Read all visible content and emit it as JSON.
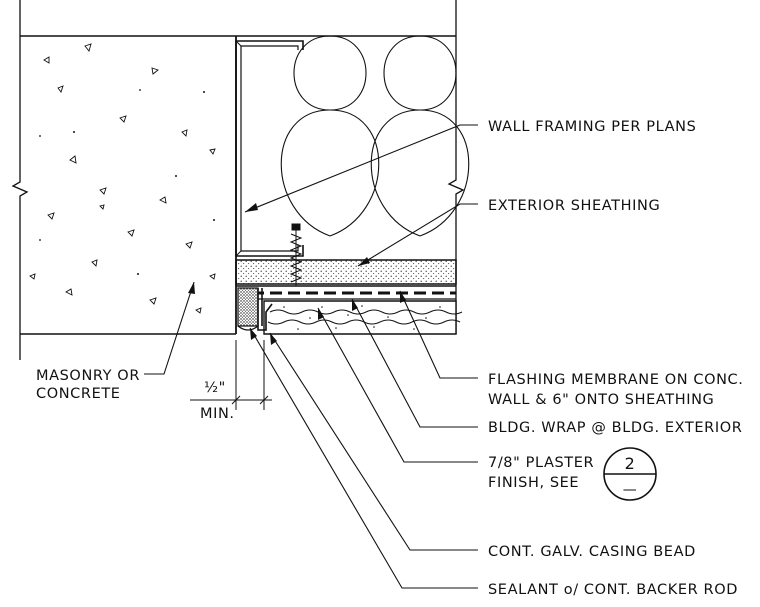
{
  "labels": {
    "wall_framing": "WALL FRAMING PER PLANS",
    "exterior_sheathing": "EXTERIOR SHEATHING",
    "masonry_line1": "MASONRY OR",
    "masonry_line2": "CONCRETE",
    "dimension_value": "½\"",
    "dimension_min": "MIN.",
    "flashing_line1": "FLASHING MEMBRANE ON CONC.",
    "flashing_line2": "WALL & 6\" ONTO SHEATHING",
    "bldg_wrap": "BLDG. WRAP @ BLDG. EXTERIOR",
    "plaster_line1": "7/8\" PLASTER",
    "plaster_line2": "FINISH, SEE",
    "detail_ref_number": "2",
    "detail_ref_sheet": "—",
    "casing_bead": "CONT. GALV. CASING BEAD",
    "sealant": "SEALANT o/ CONT. BACKER ROD"
  }
}
